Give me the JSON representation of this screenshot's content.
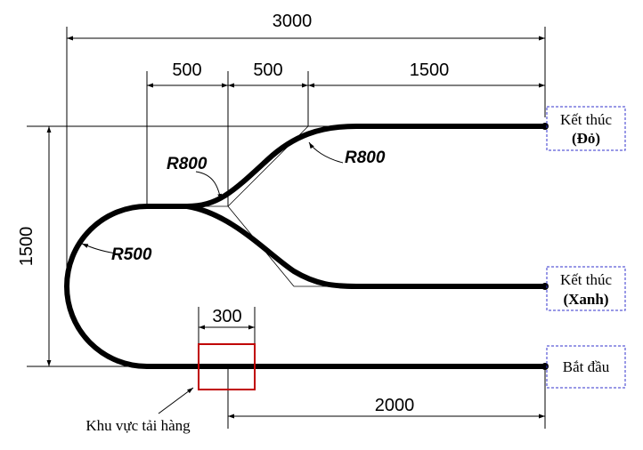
{
  "dimensions": {
    "total_width": "3000",
    "seg_a": "500",
    "seg_b": "500",
    "seg_c": "1500",
    "height": "1500",
    "zone_width": "300",
    "bottom_length": "2000"
  },
  "radii": {
    "r_upper_left": "R800",
    "r_upper_right": "R800",
    "r_left": "R500"
  },
  "endpoints": {
    "red_line1": "Kết thúc",
    "red_line2": "(Đỏ)",
    "blue_line1": "Kết thúc",
    "blue_line2": "(Xanh)",
    "start": "Bắt đầu"
  },
  "zone_label": "Khu vực tải hàng",
  "colors": {
    "track": "#000000",
    "zone": "#c00000",
    "endpoint_border": "#3333cc"
  }
}
